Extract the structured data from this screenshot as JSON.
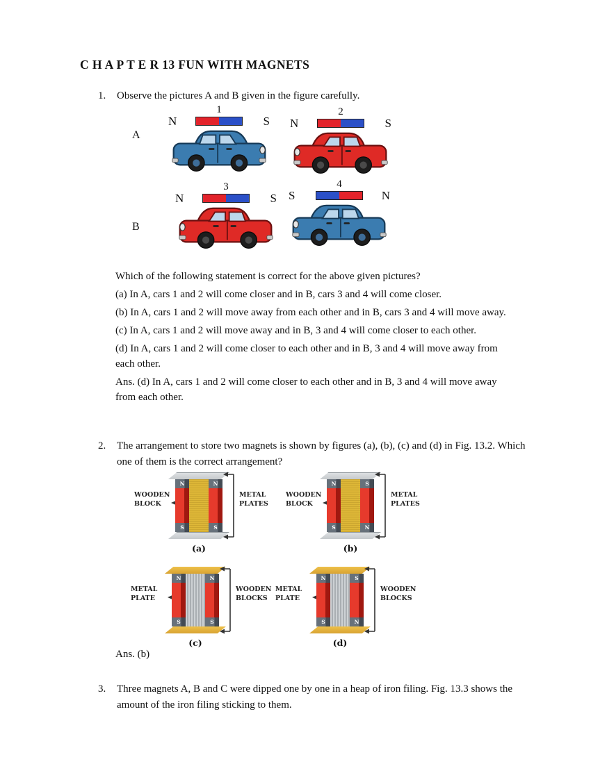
{
  "title": "C H A P T E R 13 FUN WITH MAGNETS",
  "colors": {
    "page_bg": "#ffffff",
    "text": "#111111",
    "car_blue": "#3b7cb0",
    "car_blue_outline": "#173a57",
    "car_red": "#df2a26",
    "car_red_outline": "#6b1010",
    "window_blue": "#bcd7ec",
    "magnet_red": "#e3232b",
    "magnet_blue": "#2b50c8",
    "wood_yellow": "#ddb637",
    "metal_gray": "#c6cacd",
    "wood_plate": "#d8a332",
    "arrow_dark": "#333333"
  },
  "q1": {
    "number": "1.",
    "text": "Observe the pictures A and B given in the figure carefully.",
    "figure": {
      "rows": [
        {
          "label": "A",
          "cars": [
            {
              "number": "1",
              "body": "blue",
              "facing": "right",
              "magnet": [
                "red",
                "blue"
              ],
              "left_pole": "N",
              "right_pole": "S"
            },
            {
              "number": "2",
              "body": "red",
              "facing": "left",
              "magnet": [
                "red",
                "blue"
              ],
              "left_pole": "N",
              "right_pole": "S"
            }
          ]
        },
        {
          "label": "B",
          "cars": [
            {
              "number": "3",
              "body": "red",
              "facing": "left",
              "magnet": [
                "red",
                "blue"
              ],
              "left_pole": "N",
              "right_pole": "S"
            },
            {
              "number": "4",
              "body": "blue",
              "facing": "left",
              "magnet": [
                "blue",
                "red"
              ],
              "left_pole": "S",
              "right_pole": "N"
            }
          ]
        }
      ]
    },
    "question": "Which of the following statement is correct for the above given pictures?",
    "options": [
      "(a) In A, cars 1 and 2 will come closer and in B, cars 3 and 4 will come closer.",
      "(b) In A, cars 1 and 2 will move away from each other and in B, cars 3 and 4 will move away.",
      "(c) In A, cars 1 and 2 will move away and in B, 3 and 4 will come closer to each other.",
      "(d) In A, cars 1 and 2 will come closer to each other and in B, 3 and 4 will move away from each other."
    ],
    "answer": "Ans. (d) In A, cars 1 and 2 will come closer to each other and in B, 3 and 4 will move away from each other."
  },
  "q2": {
    "number": "2.",
    "text": "The arrangement to store two magnets is shown by figures (a), (b), (c) and (d) in Fig. 13.2. Which one of them is the correct arrangement?",
    "arrangements": [
      {
        "caption": "(a)",
        "left_label": "WOODEN BLOCK",
        "right_label": "METAL PLATES",
        "center": "wood",
        "ends": "metal",
        "poles": {
          "tl": "N",
          "tr": "N",
          "bl": "S",
          "br": "S"
        }
      },
      {
        "caption": "(b)",
        "left_label": "WOODEN BLOCK",
        "right_label": "METAL PLATES",
        "center": "wood",
        "ends": "metal",
        "poles": {
          "tl": "N",
          "tr": "S",
          "bl": "S",
          "br": "N"
        }
      },
      {
        "caption": "(c)",
        "left_label": "METAL PLATE",
        "right_label": "WOODEN BLOCKS",
        "center": "metal",
        "ends": "wood",
        "poles": {
          "tl": "N",
          "tr": "N",
          "bl": "S",
          "br": "S"
        }
      },
      {
        "caption": "(d)",
        "left_label": "METAL PLATE",
        "right_label": "WOODEN BLOCKS",
        "center": "metal",
        "ends": "wood",
        "poles": {
          "tl": "N",
          "tr": "S",
          "bl": "S",
          "br": "N"
        }
      }
    ],
    "answer": "Ans. (b)"
  },
  "q3": {
    "number": "3.",
    "text": "Three magnets A, B and C were dipped one by one in a heap of iron filing. Fig. 13.3 shows the amount of the iron filing sticking to them."
  }
}
